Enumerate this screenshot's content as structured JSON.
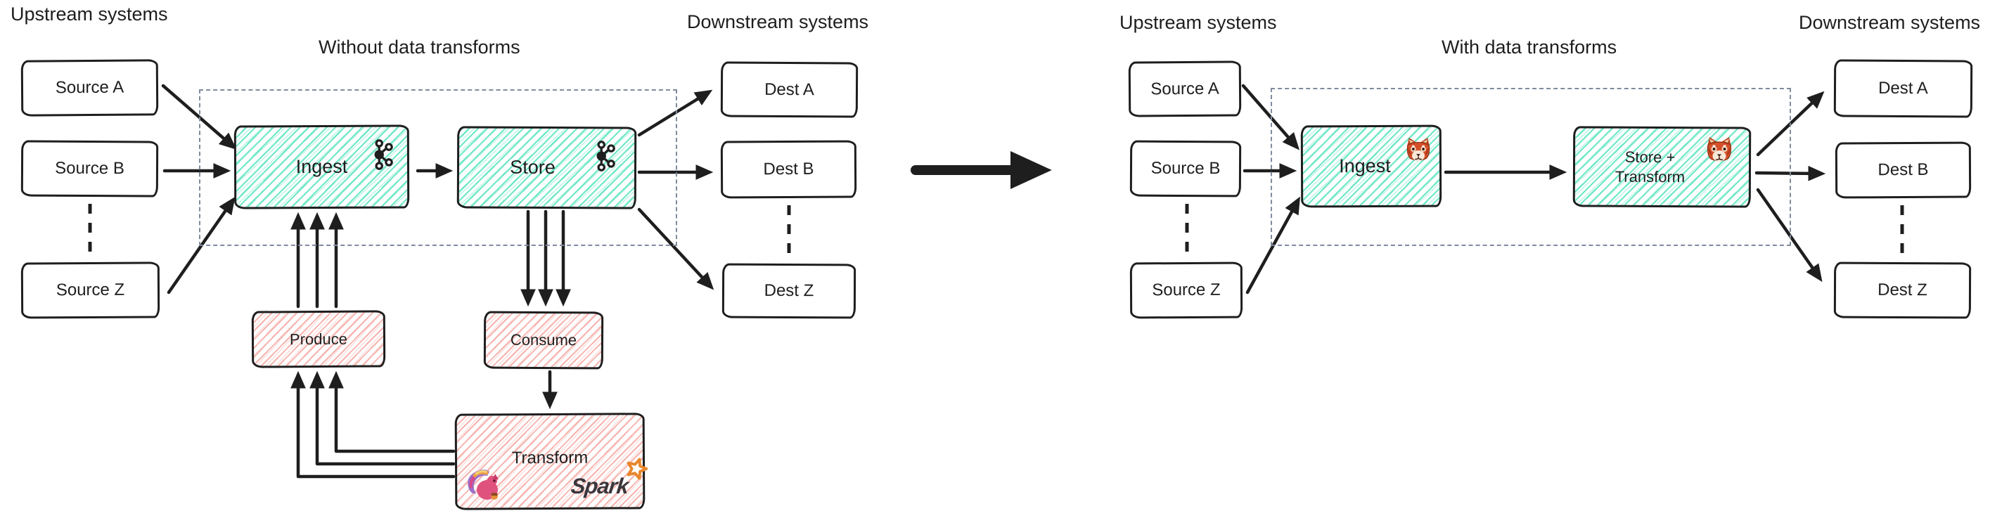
{
  "colors": {
    "ink": "#1e1e1e",
    "teal_hatch": "#6fe8c7",
    "teal_soft": "rgba(111,232,199,0.45)",
    "pink_hatch": "#f6b3ae",
    "pink_soft": "rgba(246,179,174,0.45)",
    "dashed_frame": "#7f8b9e",
    "spark_orange": "#e8862d",
    "spark_text": "#3a363c",
    "panda_red": "#d4502a",
    "flink_pink": "#e0527e",
    "flink_purple": "#9b6fc9"
  },
  "left": {
    "upstream_label": "Upstream systems",
    "downstream_label": "Downstream systems",
    "title": "Without data transforms",
    "sources": [
      "Source A",
      "Source B",
      "Source Z"
    ],
    "dests": [
      "Dest A",
      "Dest B",
      "Dest Z"
    ],
    "pipeline": {
      "ingest": "Ingest",
      "store": "Store",
      "icon": "kafka-icon"
    },
    "workers": {
      "produce": "Produce",
      "consume": "Consume",
      "transform": "Transform",
      "transform_icons": [
        "flink-icon",
        "spark-logo"
      ],
      "spark_label": "Spark"
    }
  },
  "right": {
    "upstream_label": "Upstream systems",
    "downstream_label": "Downstream systems",
    "title": "With data transforms",
    "sources": [
      "Source A",
      "Source B",
      "Source Z"
    ],
    "dests": [
      "Dest A",
      "Dest B",
      "Dest Z"
    ],
    "pipeline": {
      "ingest": "Ingest",
      "store_line1": "Store +",
      "store_line2": "Transform",
      "icon": "redpanda-icon"
    }
  }
}
